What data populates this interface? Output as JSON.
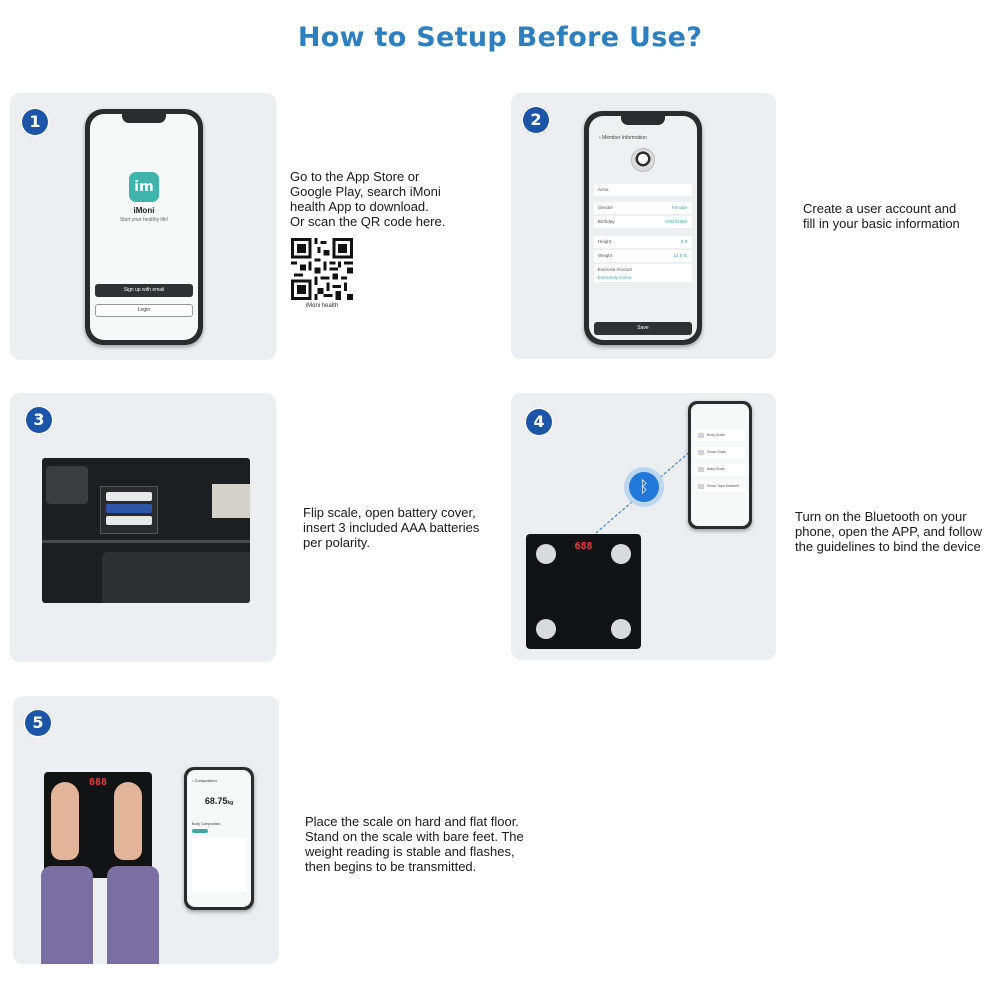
{
  "title": "How to Setup Before Use?",
  "steps": [
    {
      "number": "1",
      "lines": [
        "Go to the App Store or",
        "Google Play, search iMoni",
        "health App to download.",
        "Or scan the QR code here."
      ],
      "qr_caption": "iMoni health",
      "phone": {
        "app_name": "iMoni",
        "tagline": "Start your healthy life!",
        "signup_label": "Sign up with email",
        "login_label": "Login",
        "logo_text": "im"
      }
    },
    {
      "number": "2",
      "lines": [
        "Create a user account and",
        "fill in your basic information"
      ],
      "phone": {
        "header": "Member Information",
        "fields": [
          {
            "label": "Anna",
            "value": ""
          },
          {
            "label": "Gender",
            "value": "Female"
          },
          {
            "label": "Birthday",
            "value": "2000/1980"
          },
          {
            "label": "Height",
            "value": "6.ft"
          },
          {
            "label": "Weight",
            "value": "12.5 lb"
          },
          {
            "label": "Exercise Amount",
            "value": "Extremely Active"
          }
        ],
        "save_label": "Save"
      }
    },
    {
      "number": "3",
      "lines": [
        "Flip scale, open battery cover,",
        "insert 3 included AAA batteries",
        "per polarity."
      ]
    },
    {
      "number": "4",
      "lines": [
        "Turn on the Bluetooth on your",
        "phone, open the APP, and follow",
        "the guidelines to bind the device"
      ],
      "scale_display": "688",
      "bluetooth_symbol": "ᛒ",
      "phone_rows": [
        "Body Scale",
        "Smart Scale",
        "Baby Scale",
        "Smart Tape Measure"
      ]
    },
    {
      "number": "5",
      "lines": [
        "Place the scale on hard and flat floor.",
        "Stand on the scale with bare feet. The",
        "weight reading is stable and flashes,",
        "then begins to be transmitted."
      ],
      "scale_display": "688",
      "phone": {
        "header": "Composition",
        "reading": "68.75",
        "unit": "kg",
        "section": "Body Composition"
      }
    }
  ],
  "colors": {
    "title": "#2e7fbf",
    "badge": "#1c55a8",
    "panel": "#eceef1",
    "accent": "#3fb4ac",
    "bluetooth": "#2278d8"
  },
  "icons": [
    "bluetooth-icon",
    "back-chevron-icon",
    "qr-code-icon"
  ]
}
